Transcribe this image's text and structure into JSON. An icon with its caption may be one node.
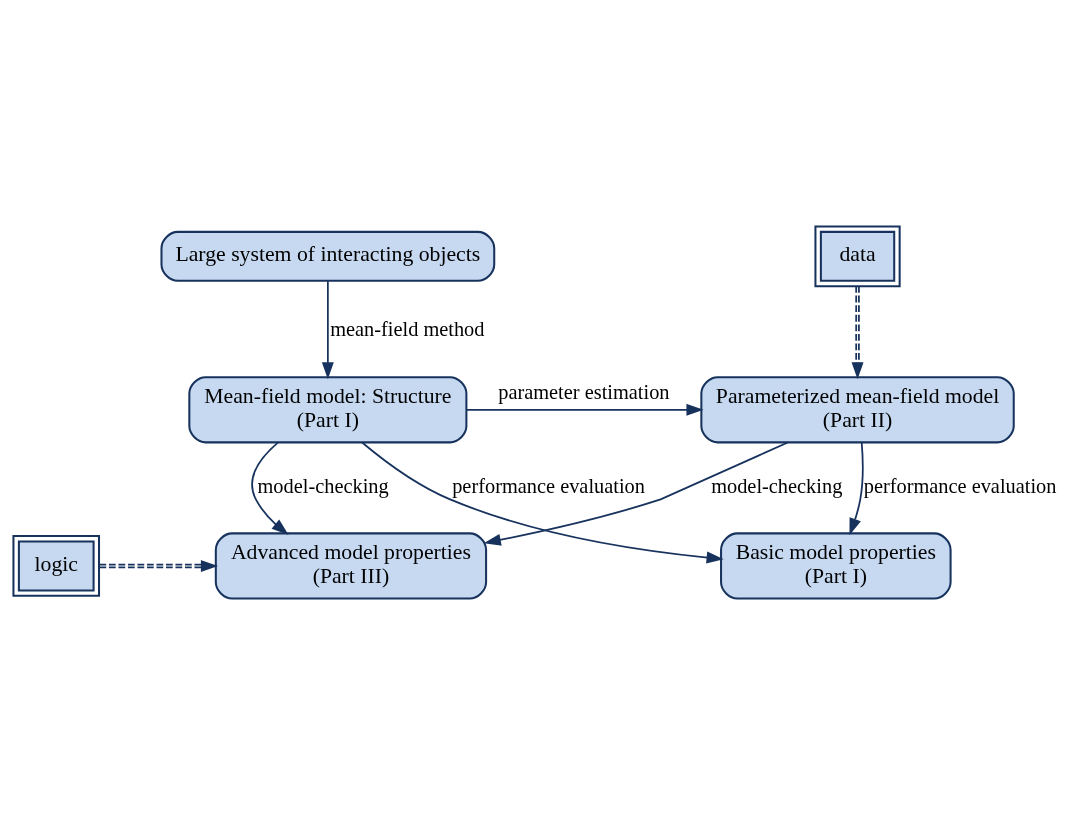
{
  "diagram": {
    "nodes": [
      {
        "text": [
          "Large system of interacting objects"
        ]
      },
      {
        "text": [
          "data"
        ]
      },
      {
        "text": [
          "Mean-field model: Structure",
          "(Part I)"
        ]
      },
      {
        "text": [
          "Parameterized mean-field model",
          "(Part II)"
        ]
      },
      {
        "text": [
          "Basic model properties",
          "(Part I)"
        ]
      },
      {
        "text": [
          "Advanced model properties",
          "(Part III)"
        ]
      },
      {
        "text": [
          "logic"
        ]
      }
    ],
    "edges": [
      {
        "from": 0,
        "to": 2,
        "arrow": "to",
        "label": "mean-field method"
      },
      {
        "from": 1,
        "to": 3,
        "arrow": "to",
        "style": "dashed"
      },
      {
        "from": 2,
        "to": 3,
        "arrow": "to",
        "label": "parameter estimation"
      },
      {
        "from": 2,
        "to": 4,
        "arrow": "to",
        "label": "performance evaluation"
      },
      {
        "from": 3,
        "to": 4,
        "arrow": "to",
        "label": "performance evaluation"
      },
      {
        "from": 2,
        "to": 5,
        "arrow": "to",
        "label": "model-checking"
      },
      {
        "from": 3,
        "to": 5,
        "arrow": "to",
        "label": "model-checking"
      },
      {
        "from": 6,
        "to": 5,
        "arrow": "to",
        "style": "dashed"
      }
    ]
  }
}
